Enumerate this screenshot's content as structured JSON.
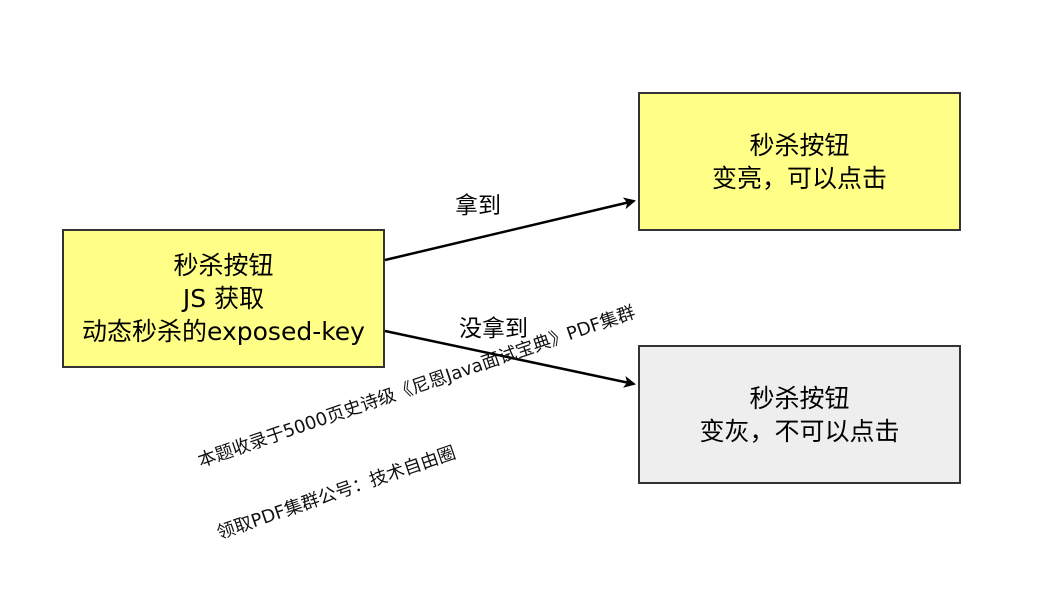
{
  "colors": {
    "highlight_fill": "#ffff88",
    "disabled_fill": "#eeeeee",
    "border": "#333333",
    "edge": "#000000"
  },
  "nodes": {
    "source": {
      "lines": [
        "秒杀按钮",
        "JS 获取",
        "动态秒杀的exposed-key"
      ],
      "fill": "#ffff88"
    },
    "success": {
      "lines": [
        "秒杀按钮",
        "变亮，可以点击"
      ],
      "fill": "#ffff88"
    },
    "fail": {
      "lines": [
        "秒杀按钮",
        "变灰，不可以点击"
      ],
      "fill": "#eeeeee"
    }
  },
  "edges": {
    "got": {
      "label": "拿到"
    },
    "not_got": {
      "label": "没拿到"
    }
  },
  "watermark": {
    "line1": "本题收录于5000页史诗级《尼恩Java面试宝典》PDF集群",
    "line2": "领取PDF集群公号：技术自由圈"
  }
}
